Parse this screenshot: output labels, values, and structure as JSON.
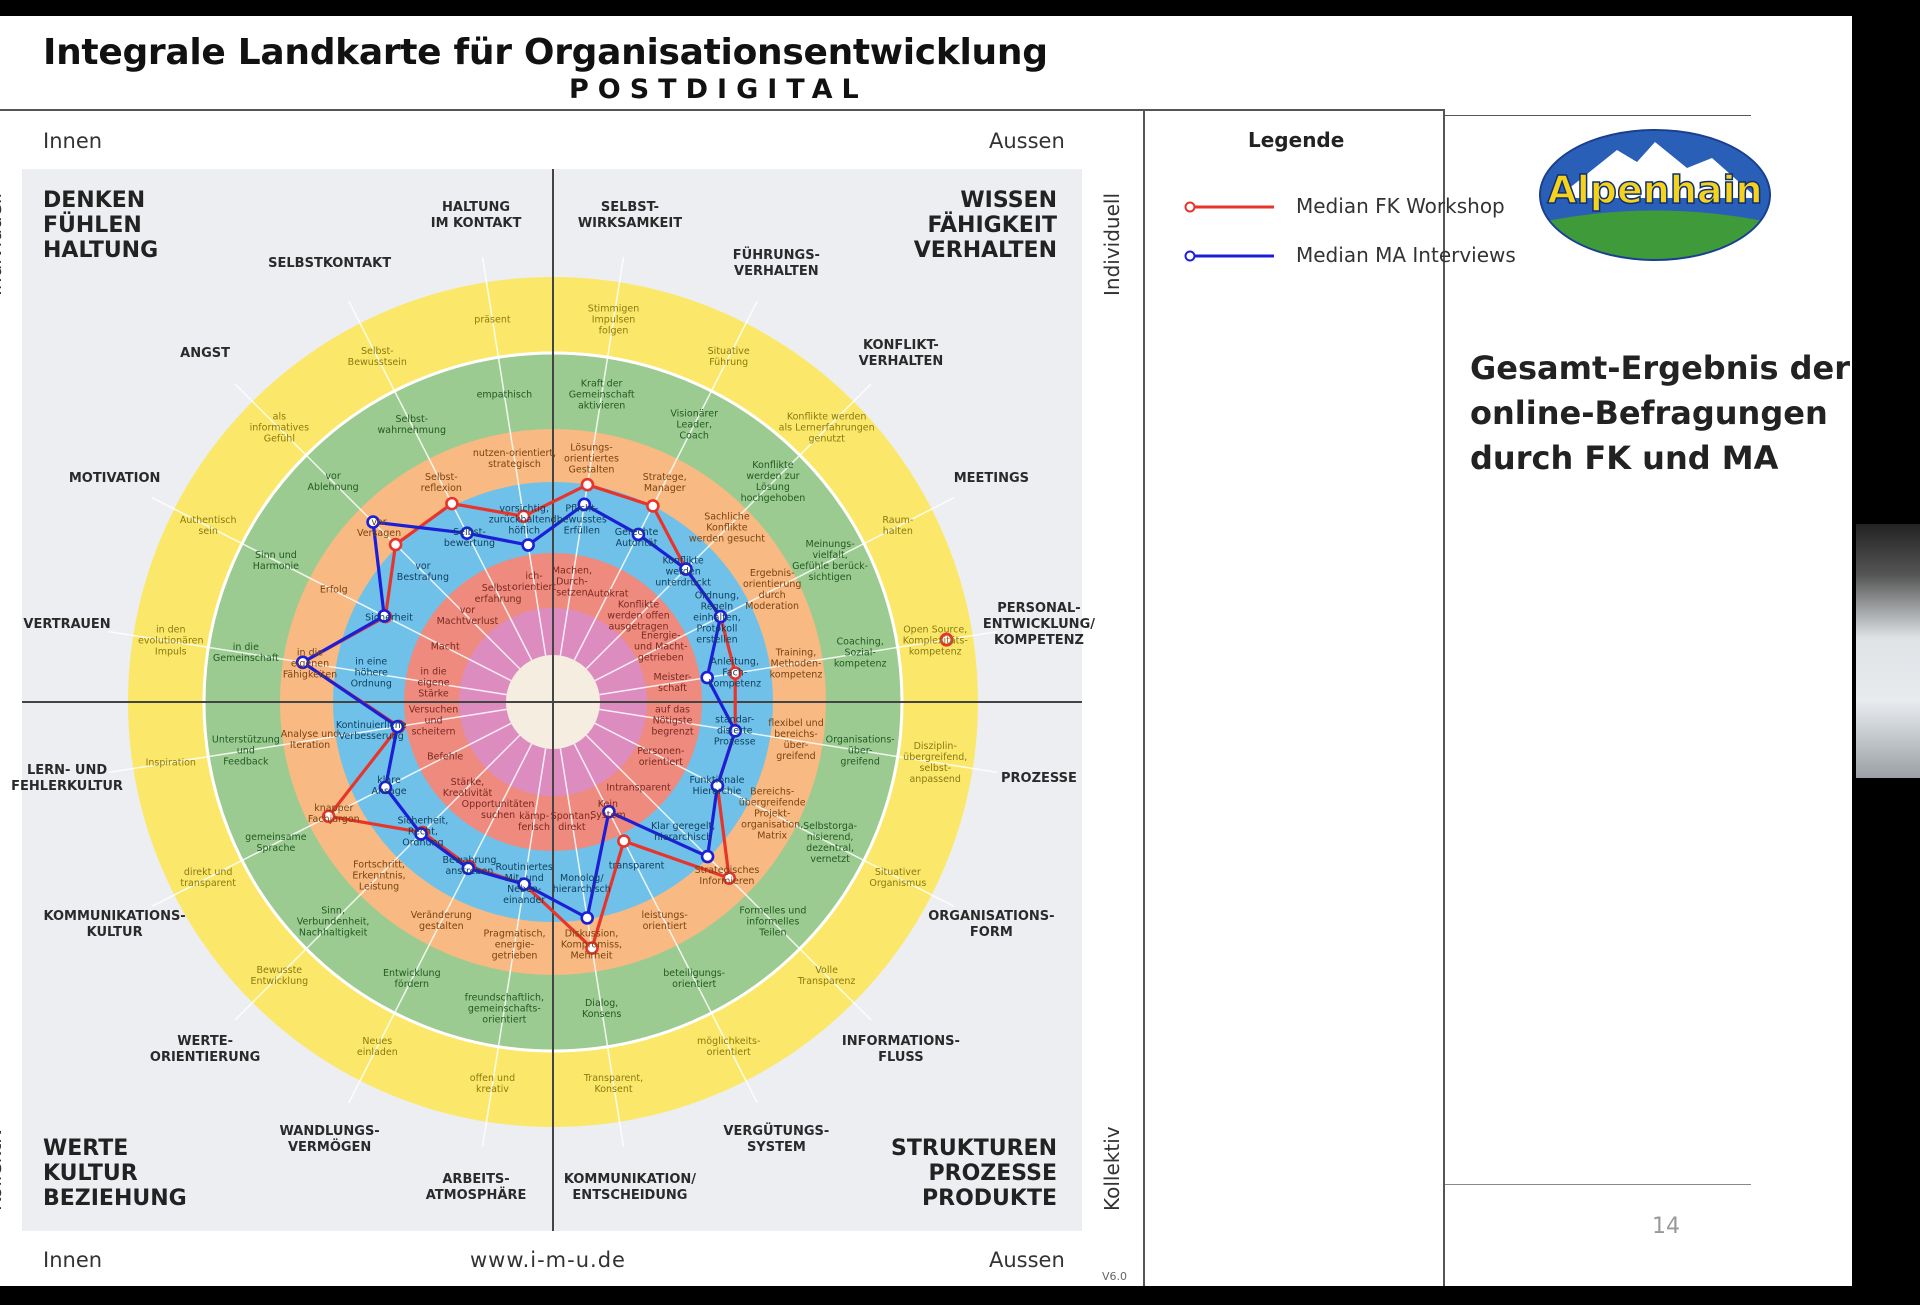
{
  "header": {
    "title": "Integrale Landkarte für Organisationsentwicklung",
    "subtitle": "POSTDIGITAL"
  },
  "corners": {
    "top_left": "Innen",
    "top_right": "Aussen",
    "bottom_left": "Innen",
    "bottom_center": "www.i-m-u.de",
    "bottom_right": "Aussen",
    "version": "V6.0"
  },
  "side_labels": {
    "top": "Individuell",
    "bottom": "Kollektiv"
  },
  "quadrants": {
    "top_left": "DENKEN\nFÜHLEN\nHALTUNG",
    "top_right": "WISSEN\nFÄHIGKEIT\nVERHALTEN",
    "bottom_left": "WERTE\nKULTUR\nBEZIEHUNG",
    "bottom_right": "STRUKTUREN\nPROZESSE\nPRODUKTE"
  },
  "rings_inner_to_outer": [
    "red",
    "blue",
    "orange",
    "green",
    "yellow"
  ],
  "colors": {
    "yellow": "#fbe86b",
    "green": "#9ccb92",
    "orange": "#f8b982",
    "blue": "#6fc1ea",
    "red": "#ee8a7e",
    "pink": "#dd8cc0",
    "center": "#f5eee0",
    "fk": "#e8352b",
    "ma": "#1d1fd6"
  },
  "axes": [
    {
      "name": "SELBST-\nWIRKSAMKEIT",
      "labels": [
        "Machen,\nDurch-\nsetzen",
        "Pflicht-\nbewusstes\nErfüllen",
        "Lösungs-\norientiertes\nGestalten",
        "Kraft der\nGemeinschaft\naktivieren",
        "Stimmigen\nImpulsen\nfolgen"
      ]
    },
    {
      "name": "FÜHRUNGS-\nVERHALTEN",
      "labels": [
        "Autokrat",
        "Gerechte\nAutorität",
        "Stratege,\nManager",
        "Visionärer\nLeader,\nCoach",
        "Situative\nFührung"
      ]
    },
    {
      "name": "KONFLIKT-\nVERHALTEN",
      "labels": [
        "Konflikte\nwerden offen\nausgetragen",
        "Konflikte\nwerden\nunterdrückt",
        "Sachliche\nKonflikte\nwerden gesucht",
        "Konflikte\nwerden zur\nLösung\nhochgehoben",
        "Konflikte werden\nals Lernerfahrungen\ngenutzt"
      ]
    },
    {
      "name": "MEETINGS",
      "labels": [
        "Energie-\nund Macht-\ngetrieben",
        "Ordnung,\nRegeln\neinhalten,\nProtokoll\nerstellen",
        "Ergebnis-\norientierung\ndurch\nModeration",
        "Meinungs-\nvielfalt,\nGefühle berück-\nsichtigen",
        "Raum-\nhalten"
      ]
    },
    {
      "name": "PERSONAL-\nENTWICKLUNG/\nKOMPETENZ",
      "labels": [
        "Meister-\nschaft",
        "Anleitung,\nFach-\nkompetenz",
        "Training,\nMethoden-\nkompetenz",
        "Coaching,\nSozial-\nkompetenz",
        "Open Source,\nKomplexitäts-\nkompetenz"
      ]
    },
    {
      "name": "PROZESSE",
      "labels": [
        "auf das\nNötigste\nbegrenzt",
        "standar-\ndisierte\nProzesse",
        "flexibel und\nbereichs-\nüber-\ngreifend",
        "Organisations-\nüber-\ngreifend",
        "Disziplin-\nübergreifend,\nselbst-\nanpassend"
      ]
    },
    {
      "name": "ORGANISATIONS-\nFORM",
      "labels": [
        "Personen-\norientiert",
        "Funktionale\nHierarchie",
        "Bereichs-\nübergreifende\nProjekt-\norganisation,\nMatrix",
        "Selbstorga-\nnisierend,\ndezentral,\nvernetzt",
        "Situativer\nOrganismus"
      ]
    },
    {
      "name": "INFORMATIONS-\nFLUSS",
      "labels": [
        "Intransparent",
        "Klar geregelt,\nhierarchisch",
        "Strategisches\nInformieren",
        "Formelles und\ninformelles\nTeilen",
        "Volle\nTransparenz"
      ]
    },
    {
      "name": "VERGÜTUNGS-\nSYSTEM",
      "labels": [
        "Kein\nSystem",
        "transparent",
        "leistungs-\norientiert",
        "beteiligungs-\norientiert",
        "möglichkeits-\norientiert"
      ]
    },
    {
      "name": "KOMMUNIKATION/\nENTSCHEIDUNG",
      "labels": [
        "Spontan,\ndirekt",
        "Monolog/\nhierarchisch",
        "Diskussion,\nKompromiss,\nMehrheit",
        "Dialog,\nKonsens",
        "Transparent,\nKonsent"
      ]
    },
    {
      "name": "ARBEITS-\nATMOSPHÄRE",
      "labels": [
        "kämp-\nferisch",
        "Routiniertes\nMit- und\nNeben-\neinander",
        "Pragmatisch,\nenergie-\ngetrieben",
        "freundschaftlich,\ngemeinschafts-\norientiert",
        "offen und\nkreativ"
      ]
    },
    {
      "name": "WANDLUNGS-\nVERMÖGEN",
      "labels": [
        "Opportunitäten\nsuchen",
        "Bewahrung\nanstreben",
        "Veränderung\ngestalten",
        "Entwicklung\nfördern",
        "Neues\neinladen"
      ]
    },
    {
      "name": "WERTE-\nORIENTIERUNG",
      "labels": [
        "Stärke,\nKreativität",
        "Sicherheit,\nRecht,\nOrdnung",
        "Fortschritt,\nErkenntnis,\nLeistung",
        "Sinn,\nVerbundenheit,\nNachhaltigkeit",
        "Bewusste\nEntwicklung"
      ]
    },
    {
      "name": "KOMMUNIKATIONS-\nKULTUR",
      "labels": [
        "Befehle",
        "klare\nAnsage",
        "knapper\nFachjargon",
        "gemeinsame\nSprache",
        "direkt und\ntransparent"
      ]
    },
    {
      "name": "LERN- UND\nFEHLERKULTUR",
      "labels": [
        "Versuchen\nund\nscheitern",
        "Kontinuierliche\nVerbesserung",
        "Analyse und\nIteration",
        "Unterstützung\nund\nFeedback",
        "Inspiration"
      ]
    },
    {
      "name": "VERTRAUEN",
      "labels": [
        "in die\neigene\nStärke",
        "in eine\nhöhere\nOrdnung",
        "in die\neigenen\nFähigkeiten",
        "in die\nGemeinschaft",
        "in den\nevolutionären\nImpuls"
      ]
    },
    {
      "name": "MOTIVATION",
      "labels": [
        "Macht",
        "Sicherheit",
        "Erfolg",
        "Sinn und\nHarmonie",
        "Authentisch\nsein"
      ]
    },
    {
      "name": "ANGST",
      "labels": [
        "vor\nMachtverlust",
        "vor\nBestrafung",
        "vor\nVersagen",
        "vor\nAblehnung",
        "als\ninformatives\nGefühl"
      ]
    },
    {
      "name": "SELBSTKONTAKT",
      "labels": [
        "Selbst-\nerfahrung",
        "Selbst-\nbewertung",
        "Selbst-\nreflexion",
        "Selbst-\nwahrnehmung",
        "Selbst-\nBewusstsein"
      ]
    },
    {
      "name": "HALTUNG\nIM KONTAKT",
      "labels": [
        "ich-\norientiert",
        "vorsichtig,\nzurückhaltend,\nhöflich",
        "nutzen-orientiert,\nstrategisch",
        "empathisch",
        "präsent"
      ]
    }
  ],
  "series": [
    {
      "name": "Median FK Workshop",
      "color": "#e8352b",
      "values": [
        3.0,
        3.0,
        2.55,
        2.55,
        2.5,
        2.5,
        2.5,
        3.55,
        2.1,
        3.55,
        2.5,
        2.5,
        2.5,
        3.6,
        2.1,
        3.63,
        2.55,
        3.05,
        3.05,
        2.55
      ]
    },
    {
      "name": "Median MA Interviews",
      "color": "#1d1fd6",
      "values": [
        2.72,
        2.55,
        2.55,
        2.55,
        2.1,
        2.5,
        2.5,
        2.98,
        1.53,
        2.98,
        2.5,
        2.53,
        2.53,
        2.55,
        2.12,
        3.63,
        2.57,
        3.65,
        2.57,
        2.14
      ]
    }
  ],
  "fk_extra_point": {
    "axis": 4,
    "value": 5.65
  },
  "legend": {
    "title": "Legende",
    "items": [
      "Median FK Workshop",
      "Median MA Interviews"
    ]
  },
  "logo": {
    "text": "Alpenhain"
  },
  "result_text": "Gesamt-Ergebnis der\nonline-Befragungen\ndurch FK und MA",
  "page_number": "14"
}
